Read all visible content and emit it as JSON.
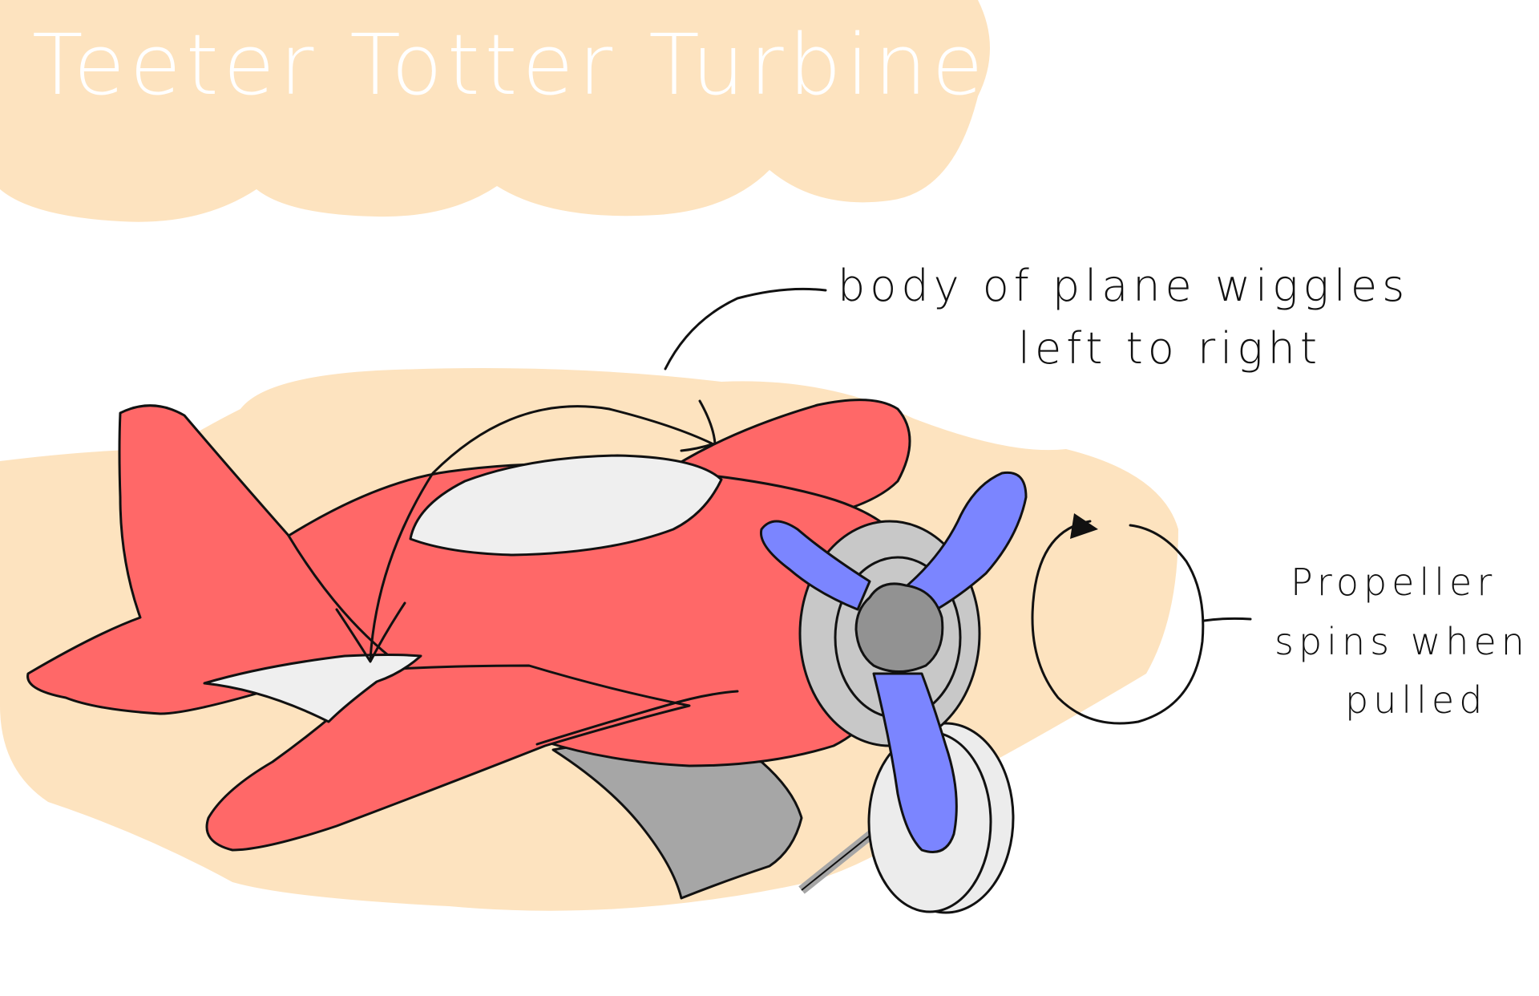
{
  "title": "Teeter Totter Turbine",
  "annotations": {
    "body": {
      "line1": "body of plane wiggles",
      "line2": "left to right"
    },
    "propeller": {
      "line1": "Propeller",
      "line2": "spins when",
      "line3": "pulled"
    }
  },
  "colors": {
    "cloud": "#fde3bf",
    "body": "#ff6868",
    "window": "#efefef",
    "propeller": "#7b85ff",
    "hub": "#929292",
    "cowling": "#c8c8c8",
    "gear": "#a6a6a6",
    "wheel": "#ececec",
    "outline": "#111111"
  }
}
